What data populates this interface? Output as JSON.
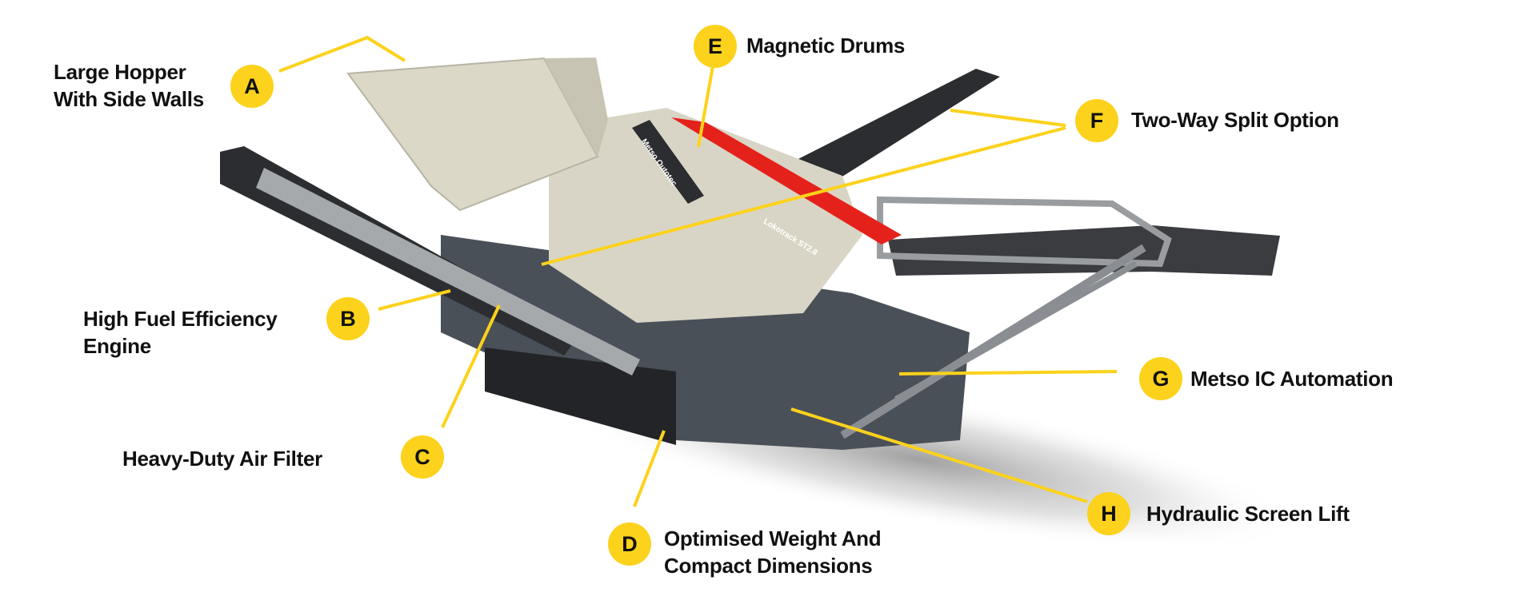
{
  "accent_color": "#fcd21c",
  "callouts": {
    "A": {
      "letter": "A",
      "line1": "Large Hopper",
      "line2": "With Side Walls"
    },
    "B": {
      "letter": "B",
      "line1": "High Fuel Efficiency",
      "line2": "Engine"
    },
    "C": {
      "letter": "C",
      "line1": "Heavy-Duty Air Filter"
    },
    "D": {
      "letter": "D",
      "line1": "Optimised Weight And",
      "line2": "Compact Dimensions"
    },
    "E": {
      "letter": "E",
      "line1": "Magnetic Drums"
    },
    "F": {
      "letter": "F",
      "line1": "Two-Way Split Option"
    },
    "G": {
      "letter": "G",
      "line1": "Metso IC Automation"
    },
    "H": {
      "letter": "H",
      "line1": "Hydraulic Screen Lift"
    }
  },
  "machine": {
    "brand_text": "Metso Outotec",
    "model_text": "Lokotrack ST2.8"
  }
}
